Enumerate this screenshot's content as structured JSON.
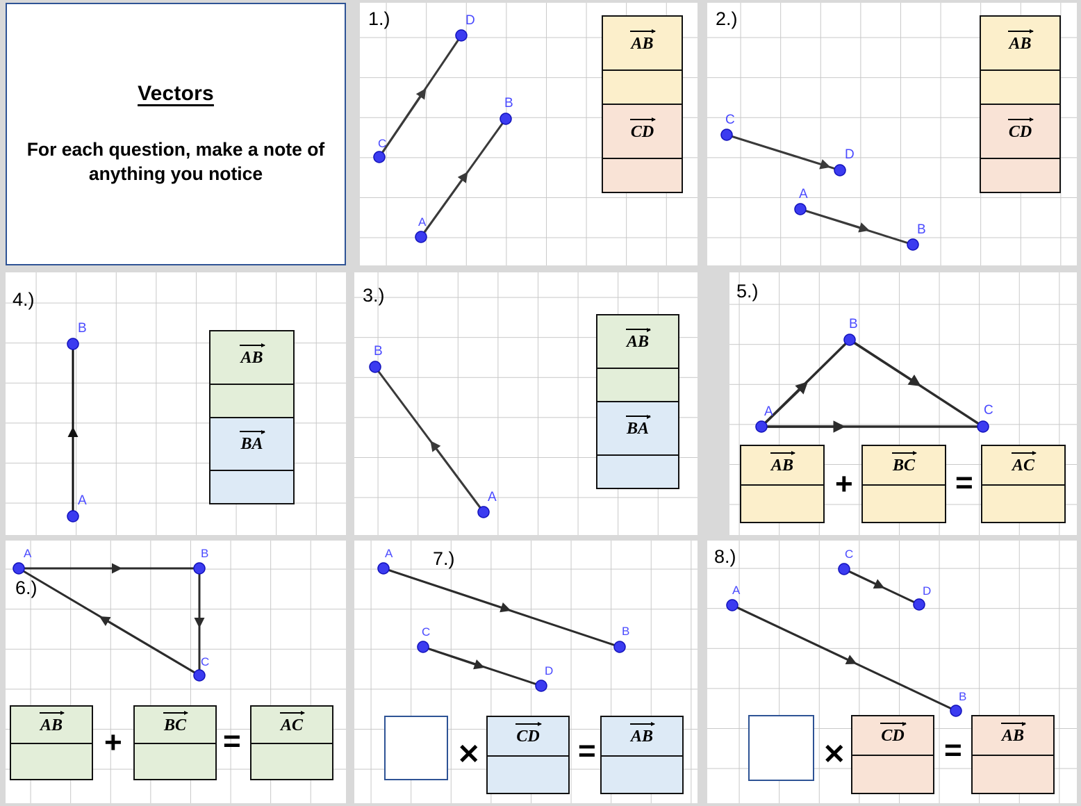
{
  "title_card": {
    "heading": "Vectors",
    "instruction": "For each question, make a note of anything you notice"
  },
  "vector_glyphs": {
    "AB": "AB",
    "CD": "CD",
    "BA": "BA",
    "BC": "BC",
    "AC": "AC"
  },
  "operators": {
    "plus": "+",
    "equals": "=",
    "times": "✕"
  },
  "questions": [
    {
      "number": "1.)",
      "points": [
        "A",
        "B",
        "C",
        "D"
      ],
      "vectors": [
        "AB",
        "CD"
      ],
      "table_labels": [
        "AB",
        "CD"
      ],
      "table_colors": [
        "#fcefcb",
        "#f9e3d6"
      ]
    },
    {
      "number": "2.)",
      "points": [
        "A",
        "B",
        "C",
        "D"
      ],
      "vectors": [
        "AB",
        "CD"
      ],
      "table_labels": [
        "AB",
        "CD"
      ],
      "table_colors": [
        "#fcefcb",
        "#f9e3d6"
      ]
    },
    {
      "number": "3.)",
      "points": [
        "A",
        "B"
      ],
      "vectors": [
        "AB"
      ],
      "table_labels": [
        "AB",
        "BA"
      ],
      "table_colors": [
        "#e3eed9",
        "#ddeaf6"
      ]
    },
    {
      "number": "4.)",
      "points": [
        "A",
        "B"
      ],
      "vectors": [
        "AB"
      ],
      "table_labels": [
        "AB",
        "BA"
      ],
      "table_colors": [
        "#e3eed9",
        "#ddeaf6"
      ]
    },
    {
      "number": "5.)",
      "points": [
        "A",
        "B",
        "C"
      ],
      "vectors": [
        "AB",
        "BC",
        "AC"
      ],
      "equation": [
        "AB",
        "+",
        "BC",
        "=",
        "AC"
      ],
      "box_color": "#fcefcb"
    },
    {
      "number": "6.)",
      "points": [
        "A",
        "B",
        "C"
      ],
      "vectors": [
        "AB",
        "BC",
        "AC"
      ],
      "equation": [
        "AB",
        "+",
        "BC",
        "=",
        "AC"
      ],
      "box_color": "#e3eed9"
    },
    {
      "number": "7.)",
      "points": [
        "A",
        "B",
        "C",
        "D"
      ],
      "vectors": [
        "AB",
        "CD"
      ],
      "equation": [
        "",
        "✕",
        "CD",
        "=",
        "AB"
      ],
      "box_color": "#ddeaf6"
    },
    {
      "number": "8.)",
      "points": [
        "A",
        "B",
        "C",
        "D"
      ],
      "vectors": [
        "AB",
        "CD"
      ],
      "equation": [
        "",
        "✕",
        "CD",
        "=",
        "AB"
      ],
      "box_color": "#f9e3d6"
    }
  ],
  "colors": {
    "page_background": "#d9d9d9",
    "grid_line": "#c8c8c8",
    "point_blue": "#3b3bf0",
    "label_blue": "#4a4aff",
    "arrow_dark": "#3a3a3a",
    "title_border": "#2e5395",
    "cream": "#fcefcb",
    "peach": "#f9e3d6",
    "green": "#e3eed9",
    "light_blue": "#ddeaf6"
  }
}
